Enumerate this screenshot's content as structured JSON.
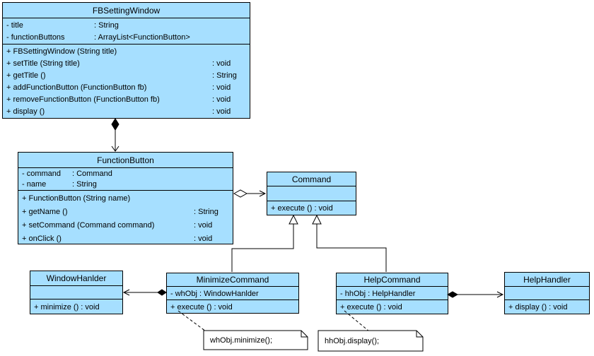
{
  "colors": {
    "class_fill": "#a6dfff",
    "class_border": "#000000",
    "note_fill": "#ffffff",
    "line": "#000000",
    "background": "#ffffff"
  },
  "classes": [
    {
      "name": "FBSettingWindow",
      "attributes": [
        {
          "text": "- title",
          "type": ": String"
        },
        {
          "text": "- functionButtons",
          "type": ": ArrayList<FunctionButton>"
        }
      ],
      "methods": [
        {
          "text": "+ FBSettingWindow (String title)",
          "type": ""
        },
        {
          "text": "+ setTitle (String title)",
          "type": ": void"
        },
        {
          "text": "+ getTitle ()",
          "type": ": String"
        },
        {
          "text": "+ addFunctionButton (FunctionButton fb)",
          "type": ": void"
        },
        {
          "text": "+ removeFunctionButton (FunctionButton fb)",
          "type": ": void"
        },
        {
          "text": "+ display ()",
          "type": ": void"
        }
      ]
    },
    {
      "name": "FunctionButton",
      "attributes": [
        {
          "text": "- command",
          "type": ": Command"
        },
        {
          "text": "- name",
          "type": ": String"
        }
      ],
      "methods": [
        {
          "text": "+ FunctionButton (String name)",
          "type": ""
        },
        {
          "text": "+ getName ()",
          "type": ": String"
        },
        {
          "text": "+ setCommand (Command command)",
          "type": ": void"
        },
        {
          "text": "+ onClick ()",
          "type": ": void"
        }
      ]
    },
    {
      "name": "Command",
      "attributes": [],
      "methods": [
        {
          "text": "+ execute () : void",
          "type": ""
        }
      ]
    },
    {
      "name": "WindowHanlder",
      "attributes": [],
      "methods": [
        {
          "text": "+ minimize () : void",
          "type": ""
        }
      ]
    },
    {
      "name": "MinimizeCommand",
      "attributes": [
        {
          "text": "- whObj : WindowHanlder",
          "type": ""
        }
      ],
      "methods": [
        {
          "text": "+ execute () : void",
          "type": ""
        }
      ]
    },
    {
      "name": "HelpCommand",
      "attributes": [
        {
          "text": "- hhObj : HelpHandler",
          "type": ""
        }
      ],
      "methods": [
        {
          "text": "+ execute () : void",
          "type": ""
        }
      ]
    },
    {
      "name": "HelpHandler",
      "attributes": [],
      "methods": [
        {
          "text": "+ display () : void",
          "type": ""
        }
      ]
    }
  ],
  "notes": [
    {
      "text": "whObj.minimize();"
    },
    {
      "text": "hhObj.display();"
    }
  ],
  "relationships": [
    {
      "type": "composition",
      "from": "FBSettingWindow",
      "to": "FunctionButton",
      "arrow": "open-arrow at FunctionButton, filled diamond at FBSettingWindow"
    },
    {
      "type": "aggregation",
      "from": "FunctionButton",
      "to": "Command",
      "arrow": "open-arrow at Command, hollow diamond at FunctionButton"
    },
    {
      "type": "generalization",
      "from": "MinimizeCommand",
      "to": "Command",
      "arrow": "hollow triangle at Command"
    },
    {
      "type": "generalization",
      "from": "HelpCommand",
      "to": "Command",
      "arrow": "hollow triangle at Command"
    },
    {
      "type": "composition",
      "from": "MinimizeCommand",
      "to": "WindowHanlder",
      "arrow": "open-arrow at WindowHanlder, filled diamond at MinimizeCommand"
    },
    {
      "type": "composition",
      "from": "HelpCommand",
      "to": "HelpHandler",
      "arrow": "open-arrow at HelpHandler, filled diamond at HelpCommand"
    },
    {
      "type": "note-anchor",
      "from": "MinimizeCommand.execute",
      "to": "whObj.minimize();"
    },
    {
      "type": "note-anchor",
      "from": "HelpCommand.execute",
      "to": "hhObj.display();"
    }
  ]
}
